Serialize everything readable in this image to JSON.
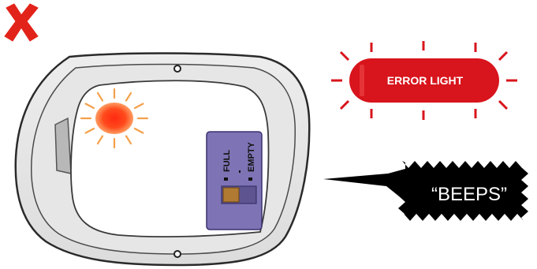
{
  "status_mark": {
    "icon": "x-mark-icon",
    "color": "#e2231a"
  },
  "device": {
    "gauge": {
      "label_full": "FULL",
      "label_empty": "EMPTY",
      "color": "#7e73b4",
      "slider_color": "#b07a33"
    },
    "blink_color": "#ff4a1c"
  },
  "error_light": {
    "label": "ERROR LIGHT",
    "color": "#d8141c"
  },
  "beeps": {
    "label": "“BEEPS”",
    "bg": "#000000",
    "text_color": "#ffffff"
  }
}
